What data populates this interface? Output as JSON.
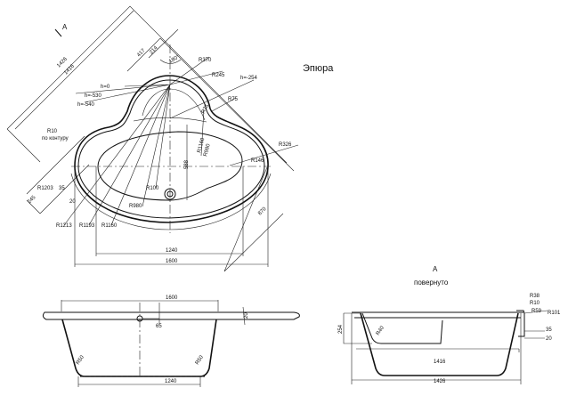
{
  "title": "Эпюра",
  "plan_view": {
    "view_marker": "A",
    "dims": {
      "d1426": "1426",
      "d1416": "1416",
      "d417": "417",
      "d214": "214",
      "angle": "180°",
      "d588": "588",
      "d35": "35",
      "d245": "245",
      "d20": "20",
      "d870": "870",
      "d1240": "1240",
      "d1600": "1600"
    },
    "radii": {
      "r370": "R370",
      "r245": "R245",
      "r75a": "R75",
      "r75b": "R75",
      "r1160a": "R1160",
      "r980a": "R980",
      "r326": "R326",
      "r146": "R146",
      "r10": "R10",
      "r10_note": "по контуру",
      "r1203": "R1203",
      "r100": "R100",
      "r980b": "R980",
      "r1213": "R1213",
      "r1193": "R1193",
      "r1160b": "R1160"
    },
    "levels": {
      "h0": "h=0",
      "h530": "h=-530",
      "h540": "h=-540",
      "h254": "h=-254"
    }
  },
  "front_view": {
    "d1600": "1600",
    "d20": "20",
    "d65": "65",
    "r50a": "R50",
    "r50b": "R50",
    "d1240": "1240"
  },
  "side_view": {
    "label": "A",
    "note": "повернуто",
    "r38": "R38",
    "r10": "R10",
    "r59": "R59",
    "r101": "R101",
    "d254": "254",
    "r40": "R40",
    "d35": "35",
    "d20": "20",
    "d1416": "1416",
    "d1426": "1426"
  }
}
